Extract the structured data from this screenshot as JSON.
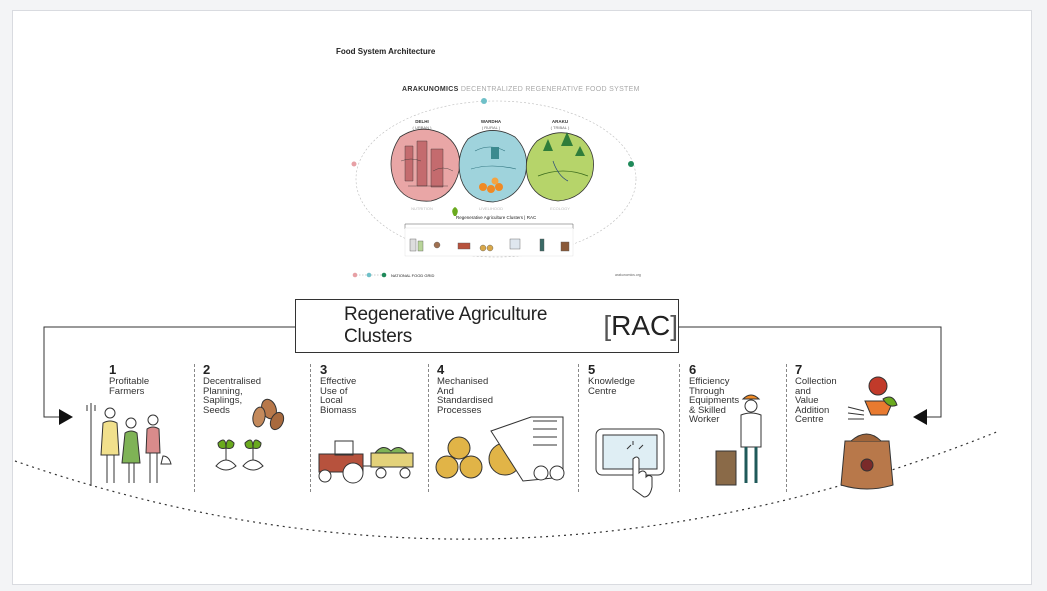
{
  "page_title": "Food System Architecture",
  "brand": {
    "name": "ARAKUNOMICS",
    "tagline": "DECENTRALIZED REGENERATIVE FOOD SYSTEM"
  },
  "regions": [
    {
      "name": "DELHI",
      "type": "( URBAN )",
      "caption": "NUTRITION",
      "color": "#d9888e"
    },
    {
      "name": "WARDHA",
      "type": "( RURAL )",
      "caption": "LIVELIHOOD",
      "color": "#6fc0c8"
    },
    {
      "name": "ARAKU",
      "type": "( TRIBAL )",
      "caption": "ECOLOGY",
      "color": "#8cbf3f"
    }
  ],
  "mini_rac_label": "Regenerative Agriculture Clusters | RAC",
  "grid_label": "NATIONAL FOOD GRID",
  "website": "arakunomics.org",
  "rac": {
    "title": "Regenerative Agriculture Clusters",
    "abbr": "RAC",
    "icon": "leaf-pin-icon",
    "icon_color": "#6aaa1e"
  },
  "clusters": [
    {
      "num": "1",
      "lines": [
        "Profitable",
        "Farmers"
      ],
      "icon": "farmers-icon"
    },
    {
      "num": "2",
      "lines": [
        "Decentralised",
        "Planning,",
        "Saplings,",
        "Seeds"
      ],
      "icon": "seeds-saplings-icon"
    },
    {
      "num": "3",
      "lines": [
        "Effective",
        "Use of",
        "Local",
        "Biomass"
      ],
      "icon": "tractor-trailer-icon"
    },
    {
      "num": "4",
      "lines": [
        "Mechanised",
        "And",
        "Standardised",
        "Processes"
      ],
      "icon": "hay-baler-icon"
    },
    {
      "num": "5",
      "lines": [
        "Knowledge",
        "Centre"
      ],
      "icon": "tablet-icon"
    },
    {
      "num": "6",
      "lines": [
        "Efficiency",
        "Through",
        "Equipments",
        "& Skilled",
        "Worker"
      ],
      "icon": "worker-icon"
    },
    {
      "num": "7",
      "lines": [
        "Collection",
        "and",
        "Value",
        "Addition",
        "Centre"
      ],
      "icon": "produce-bag-icon"
    }
  ]
}
